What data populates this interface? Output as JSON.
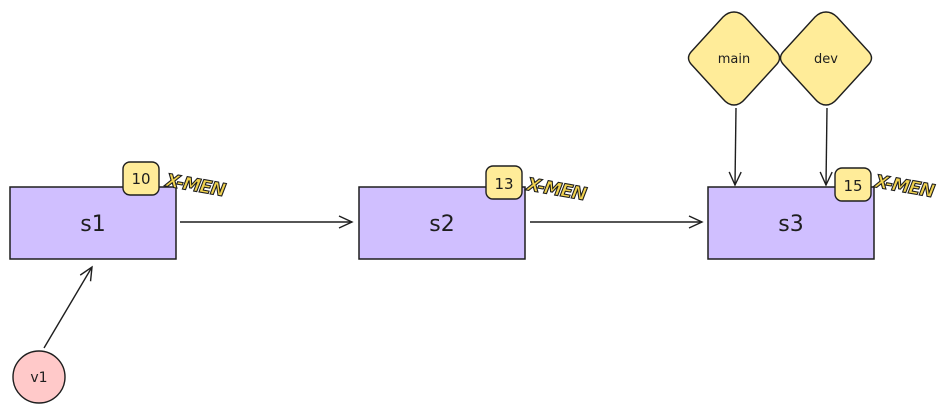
{
  "colors": {
    "node_fill": "#d0bfff",
    "badge_fill": "#ffec99",
    "branch_fill": "#ffec99",
    "circle_fill": "#ffc9c9",
    "stroke": "#1e1e1e",
    "logo_fill": "#f2d34f"
  },
  "nodes": [
    {
      "label": "s1",
      "badge": "10",
      "logo": "X-MEN"
    },
    {
      "label": "s2",
      "badge": "13",
      "logo": "X-MEN"
    },
    {
      "label": "s3",
      "badge": "15",
      "logo": "X-MEN"
    }
  ],
  "branches": [
    {
      "label": "main"
    },
    {
      "label": "dev"
    }
  ],
  "version": {
    "label": "v1"
  }
}
